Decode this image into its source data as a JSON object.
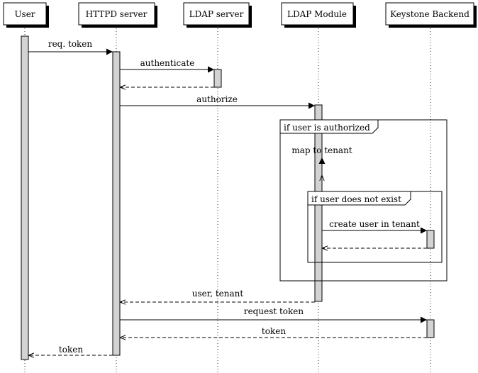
{
  "participants": [
    {
      "id": "user",
      "label": "User"
    },
    {
      "id": "httpd",
      "label": "HTTPD server"
    },
    {
      "id": "ldap",
      "label": "LDAP server"
    },
    {
      "id": "module",
      "label": "LDAP Module"
    },
    {
      "id": "keystone",
      "label": "Keystone Backend"
    }
  ],
  "messages": {
    "req_token": "req. token",
    "authenticate": "authenticate",
    "authorize": "authorize",
    "map_to_tenant": "map to tenant",
    "create_user": "create user in tenant",
    "user_tenant": "user, tenant",
    "request_token": "request token",
    "token_back": "token",
    "token_user": "token"
  },
  "frames": {
    "outer": "if user is authorized",
    "inner": "if user does not exist"
  }
}
